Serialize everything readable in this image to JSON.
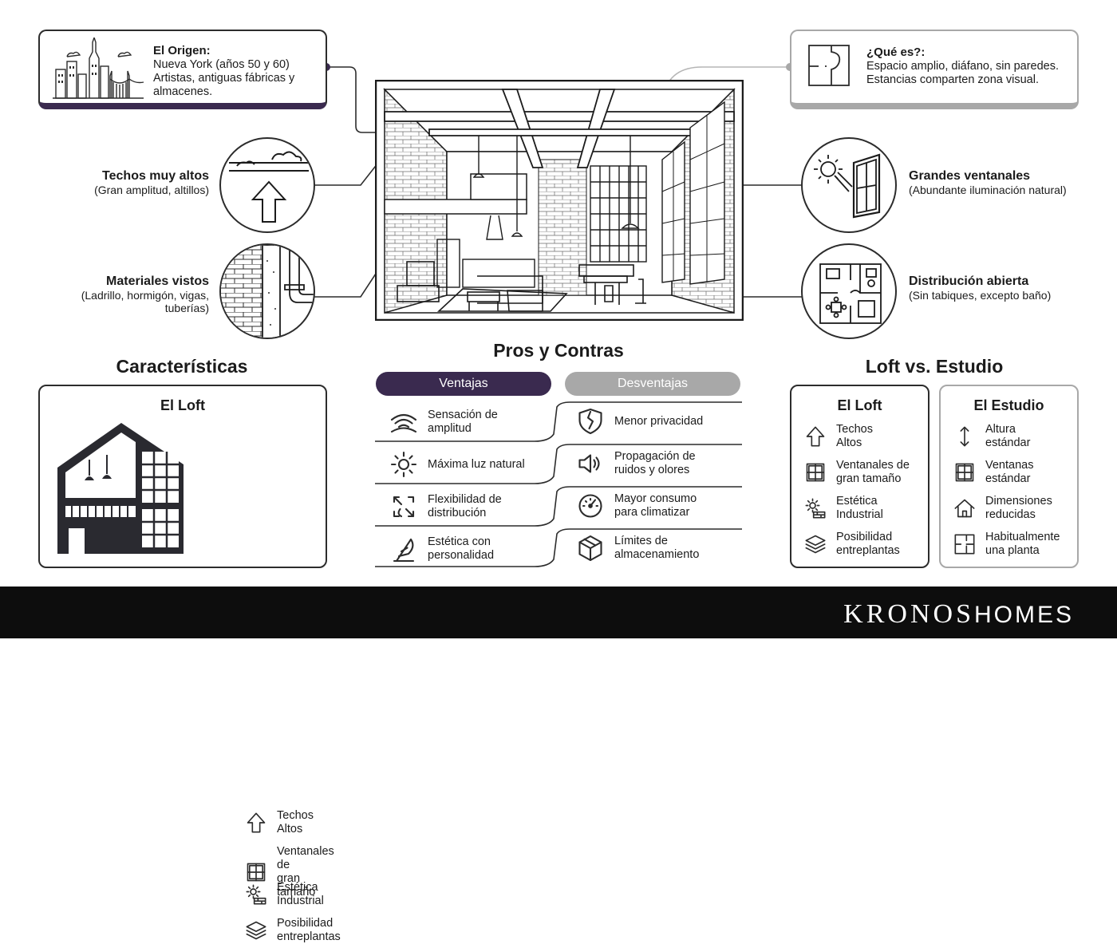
{
  "origin": {
    "title": "El Origen:",
    "lines": [
      "Nueva York (años 50 y 60)",
      "Artistas, antiguas fábricas y",
      "almacenes."
    ]
  },
  "definition": {
    "title": "¿Qué es?:",
    "lines": [
      "Espacio amplio, diáfano, sin paredes.",
      "Estancias comparten zona visual."
    ]
  },
  "features_left": [
    {
      "title": "Techos muy altos",
      "sub": [
        "(Gran amplitud, altillos)"
      ]
    },
    {
      "title": "Materiales vistos",
      "sub": [
        "(Ladrillo, hormigón, vigas,",
        "tuberías)"
      ]
    }
  ],
  "features_right": [
    {
      "title": "Grandes ventanales",
      "sub": [
        "(Abundante iluminación natural)"
      ]
    },
    {
      "title": "Distribución abierta",
      "sub": [
        "(Sin tabiques, excepto baño)"
      ]
    }
  ],
  "caracteristicas": {
    "heading": "Características",
    "box_title": "El Loft",
    "items": [
      {
        "icon": "arrow-up-icon",
        "text": [
          "Techos",
          "Altos"
        ]
      },
      {
        "icon": "window-icon",
        "text": [
          "Ventanales de",
          "gran tamaño"
        ]
      },
      {
        "icon": "gear-brick-icon",
        "text": [
          "Estética",
          "Industrial"
        ]
      },
      {
        "icon": "layers-icon",
        "text": [
          "Posibilidad",
          "entreplantas"
        ]
      }
    ]
  },
  "pros_contras": {
    "heading": "Pros y Contras",
    "pros_label": "Ventajas",
    "cons_label": "Desventajas",
    "pros": [
      {
        "icon": "wifi-waves-icon",
        "text": [
          "Sensación de",
          "amplitud"
        ]
      },
      {
        "icon": "sun-icon",
        "text": [
          "Máxima luz natural"
        ]
      },
      {
        "icon": "move-arrows-icon",
        "text": [
          "Flexibilidad de",
          "distribución"
        ]
      },
      {
        "icon": "feather-icon",
        "text": [
          "Estética con",
          "personalidad"
        ]
      }
    ],
    "cons": [
      {
        "icon": "broken-shield-icon",
        "text": [
          "Menor privacidad"
        ]
      },
      {
        "icon": "speaker-icon",
        "text": [
          "Propagación de",
          "ruidos y olores"
        ]
      },
      {
        "icon": "gauge-icon",
        "text": [
          "Mayor consumo",
          "para climatizar"
        ]
      },
      {
        "icon": "box-icon",
        "text": [
          "Límites de",
          "almacenamiento"
        ]
      }
    ]
  },
  "comparison": {
    "heading": "Loft vs. Estudio",
    "loft": {
      "title": "El Loft",
      "items": [
        {
          "icon": "arrow-up-icon",
          "text": [
            "Techos",
            "Altos"
          ]
        },
        {
          "icon": "window-icon",
          "text": [
            "Ventanales de",
            "gran tamaño"
          ]
        },
        {
          "icon": "gear-brick-icon",
          "text": [
            "Estética",
            "Industrial"
          ]
        },
        {
          "icon": "layers-icon",
          "text": [
            "Posibilidad",
            "entreplantas"
          ]
        }
      ]
    },
    "studio": {
      "title": "El Estudio",
      "items": [
        {
          "icon": "height-arrow-icon",
          "text": [
            "Altura",
            "estándar"
          ]
        },
        {
          "icon": "window-icon",
          "text": [
            "Ventanas",
            "estándar"
          ]
        },
        {
          "icon": "house-icon",
          "text": [
            "Dimensiones",
            "reducidas"
          ]
        },
        {
          "icon": "floorplan-icon",
          "text": [
            "Habitualmente",
            "una planta"
          ]
        }
      ]
    }
  },
  "footer": {
    "brand_a": "KRONOS",
    "brand_b": "HOMES"
  },
  "colors": {
    "purple": "#3a2a4f",
    "grey": "#a8a8a8",
    "footer": "#0d0d0d"
  }
}
